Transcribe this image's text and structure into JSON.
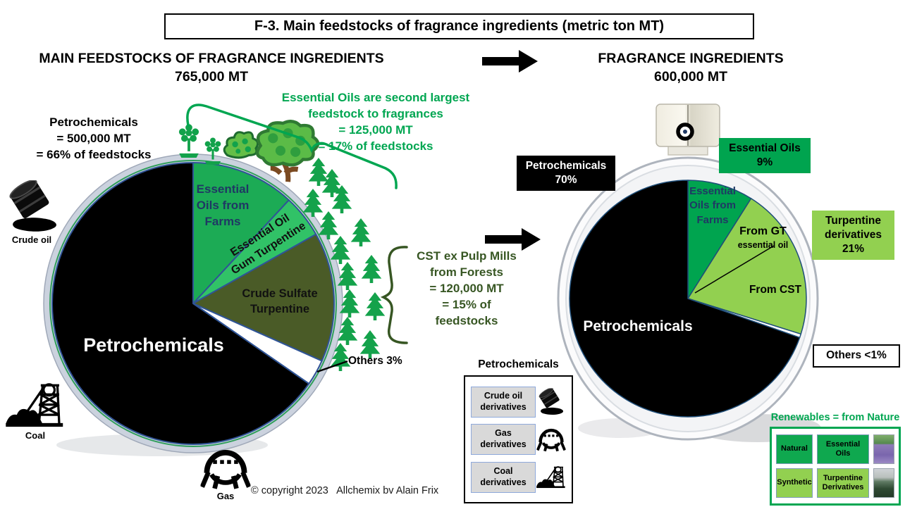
{
  "title": "F-3. Main feedstocks of fragrance ingredients (metric ton MT)",
  "left": {
    "heading": "MAIN FEEDSTOCKS OF FRAGRANCE INGREDIENTS",
    "total": "765,000 MT",
    "petro_annotation": "Petrochemicals\n= 500,000 MT\n= 66% of feedstocks",
    "eo_annotation": "Essential Oils are second largest\nfeedstock to fragrances\n= 125,000 MT\n= 17% of feedstocks",
    "cst_annotation": "CST ex Pulp Mills\nfrom Forests\n= 120,000 MT\n= 15% of\nfeedstocks",
    "others_label": "Others 3%",
    "slice_labels": {
      "farms": "Essential\nOils from\nFarms",
      "gum": "Essential Oil\nGum Turpentine",
      "cst": "Crude Sulfate\nTurpentine",
      "petro": "Petrochemicals"
    },
    "icon_captions": {
      "crude_oil": "Crude oil",
      "coal": "Coal",
      "gas": "Gas"
    }
  },
  "right": {
    "heading": "FRAGRANCE INGREDIENTS",
    "total": "600,000 MT",
    "petro_box": "Petrochemicals\n70%",
    "eo_box": "Essential Oils\n9%",
    "turpentine_box": "Turpentine\nderivatives\n21%",
    "others_box": "Others <1%",
    "slice_labels": {
      "farms": "Essential\nOils from\nFarms",
      "gt": "From GT",
      "gt_sub": "essential oil",
      "cst": "From CST",
      "petro": "Petrochemicals"
    }
  },
  "petro_legend": {
    "title": "Petrochemicals",
    "items": [
      {
        "label": "Crude oil\nderivatives"
      },
      {
        "label": "Gas\nderivatives"
      },
      {
        "label": "Coal\nderivatives"
      }
    ]
  },
  "renewables": {
    "title": "Renewables = from Nature",
    "cells": [
      {
        "label": "Natural"
      },
      {
        "label": "Essential Oils"
      },
      {
        "label": "Synthetic"
      },
      {
        "label": "Turpentine\nDerivatives"
      }
    ]
  },
  "copyright": "© copyright 2023   Allchemix bv Alain Frix",
  "colors": {
    "accent_green": "#00A651",
    "light_green": "#92D050",
    "dark_green_text": "#375623",
    "olive_slice": "#4A5B27",
    "navy_label": "#1F3864"
  },
  "chart_data": [
    {
      "type": "pie",
      "title": "MAIN FEEDSTOCKS OF FRAGRANCE INGREDIENTS",
      "total_label": "765,000 MT",
      "units": "MT",
      "slices": [
        {
          "label": "Essential Oils from Farms",
          "value": 12,
          "color": "#1CAB55"
        },
        {
          "label": "Essential Oil Gum Turpentine",
          "value": 5,
          "color": "#31C267"
        },
        {
          "label": "Crude Sulfate Turpentine",
          "value": 15,
          "color": "#4A5B27",
          "mt": "120,000 MT"
        },
        {
          "label": "Others",
          "value": 3,
          "color": "#FFFFFF"
        },
        {
          "label": "Petrochemicals",
          "value": 66,
          "color": "#000000",
          "mt": "500,000 MT"
        }
      ],
      "notes": [
        "Petrochemicals = 500,000 MT = 66% of feedstocks",
        "Essential Oils (Farms + Gum Turpentine) = 125,000 MT = 17% of feedstocks",
        "CST ex Pulp Mills from Forests = 120,000 MT = 15% of feedstocks",
        "Others 3%"
      ]
    },
    {
      "type": "pie",
      "title": "FRAGRANCE INGREDIENTS",
      "total_label": "600,000 MT",
      "units": "MT",
      "slices": [
        {
          "label": "Essential Oils (from Farms) 9%",
          "value": 9,
          "color": "#00A44F"
        },
        {
          "label": "Turpentine derivatives 21% (From GT essential oil + From CST)",
          "value": 21,
          "color": "#92D050"
        },
        {
          "label": "Others <1%",
          "value": 0.5,
          "color": "#FFFFFF"
        },
        {
          "label": "Petrochemicals 70%",
          "value": 70,
          "color": "#000000"
        }
      ]
    }
  ]
}
